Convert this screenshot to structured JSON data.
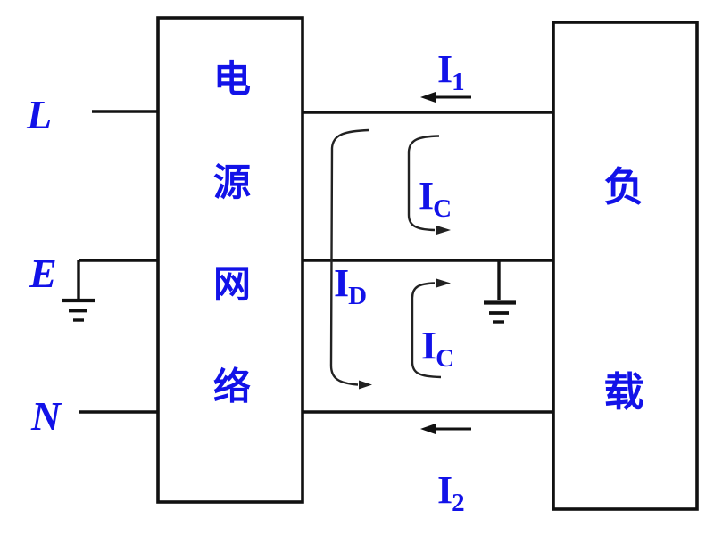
{
  "diagram": {
    "title": "power-network-load-current-schematic",
    "terminals": {
      "line": "L",
      "earth": "E",
      "neutral": "N"
    },
    "source_box": {
      "label": "电源网络",
      "chars": [
        "电",
        "源",
        "网",
        "络"
      ]
    },
    "load_box": {
      "label": "负载",
      "chars": [
        "负",
        "载"
      ]
    },
    "currents": {
      "i1": {
        "base": "I",
        "sub": "1"
      },
      "i2": {
        "base": "I",
        "sub": "2"
      },
      "ic_top": {
        "base": "I",
        "sub": "C"
      },
      "ic_bottom": {
        "base": "I",
        "sub": "C"
      },
      "id": {
        "base": "I",
        "sub": "D"
      }
    },
    "colors": {
      "label_blue": "#1212e8",
      "line_black": "#111111",
      "loop_gray": "#222222"
    }
  }
}
